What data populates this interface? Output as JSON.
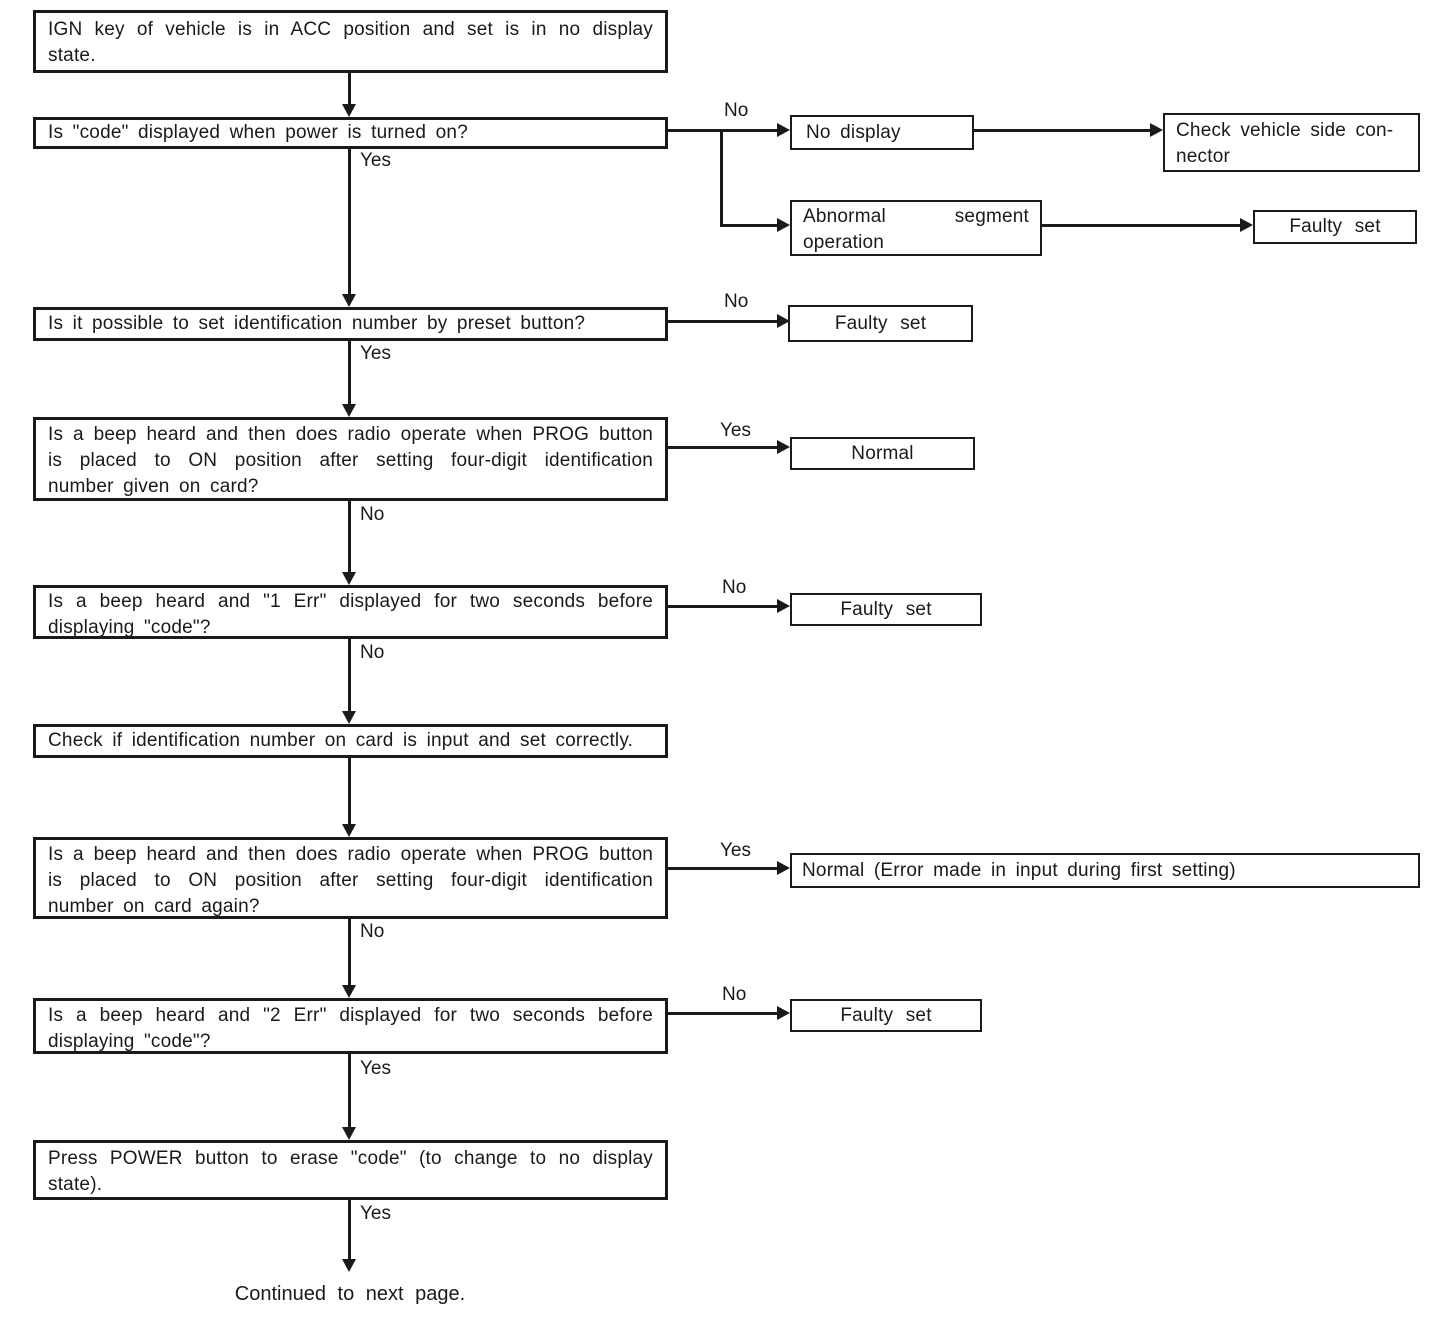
{
  "flowchart": {
    "steps": {
      "start": "IGN key of vehicle is in ACC position and set is in no display state.",
      "q_code": "Is \"code\" displayed when power is turned on?",
      "q_preset": "Is it possible to set identification number by preset button?",
      "q_beep_card": "Is a beep heard and then does radio operate when PROG button is placed to ON position after setting four-digit identification number given on card?",
      "q_1err": "Is a beep heard and \"1 Err\" displayed for two seconds before displaying \"code\"?",
      "check_id": "Check if identification number on card is input and set correctly.",
      "q_beep_again": "Is a beep heard and then does radio operate when PROG button is placed to ON position after setting four-digit identification number on card again?",
      "q_2err": "Is a beep heard and \"2 Err\" displayed for two seconds before displaying \"code\"?",
      "press_power": "Press POWER button to erase \"code\" (to change to no display state)."
    },
    "results": {
      "no_display": "No display",
      "check_vehicle_connector": "Check vehicle side con-\nnector",
      "abnormal_segment": "Abnormal segment operation",
      "faulty_set_a": "Faulty set",
      "faulty_set_b": "Faulty set",
      "normal": "Normal",
      "faulty_set_c": "Faulty set",
      "normal_first_setting_error": "Normal (Error made in input during first setting)",
      "faulty_set_d": "Faulty set"
    },
    "branch_labels": {
      "q_code_no": "No",
      "q_code_yes": "Yes",
      "q_preset_no": "No",
      "q_preset_yes": "Yes",
      "q_beep_card_yes": "Yes",
      "q_beep_card_no": "No",
      "q_1err_no_right": "No",
      "q_1err_no_down": "No",
      "q_beep_again_yes": "Yes",
      "q_beep_again_no": "No",
      "q_2err_no": "No",
      "q_2err_yes": "Yes",
      "press_power_yes": "Yes"
    },
    "footer": "Continued to next page.",
    "ink_color": "#1a1a1a",
    "background_color": "#ffffff"
  }
}
